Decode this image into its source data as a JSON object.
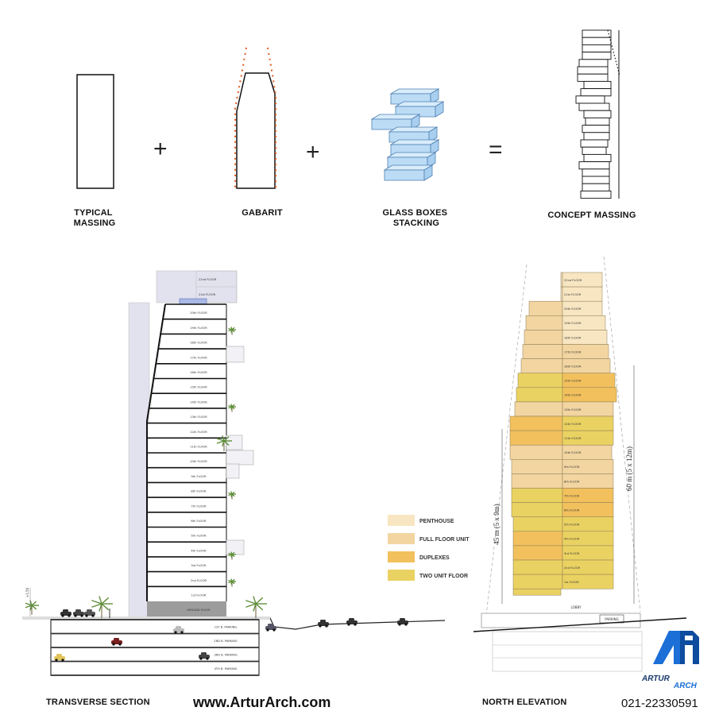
{
  "concept": {
    "captions": [
      [
        "TYPICAL",
        "MASSING"
      ],
      [
        "GABARIT"
      ],
      [
        "GLASS BOXES",
        "STACKING"
      ],
      [
        "CONCEPT MASSING"
      ]
    ],
    "operators": [
      "+",
      "+",
      "="
    ]
  },
  "section": {
    "caption": "TRANSVERSE SECTION",
    "upper_labels": [
      "22nd FLOOR",
      "21st FLOOR"
    ],
    "floors": [
      "20th FLOOR",
      "19th FLOOR",
      "18th FLOOR",
      "17th FLOOR",
      "16th FLOOR",
      "15th FLOOR",
      "14th FLOOR",
      "13th FLOOR",
      "12th FLOOR",
      "11th FLOOR",
      "10th FLOOR",
      "9th FLOOR",
      "8th FLOOR",
      "7th FLOOR",
      "6th FLOOR",
      "5th FLOOR",
      "4th FLOOR",
      "3rd FLOOR",
      "2nd FLOOR",
      "1st FLOOR"
    ],
    "ground": "GROUND FLOOR",
    "parking": [
      "1ST B. PARKING",
      "2ND B. PARKING",
      "3RD B. PARKING",
      "4TH B. PARKING"
    ],
    "level_mark": "+1.50"
  },
  "legend": [
    {
      "label": "PENTHOUSE",
      "color": "#f8e6c2"
    },
    {
      "label": "FULL FLOOR UNIT",
      "color": "#f2d5a1"
    },
    {
      "label": "DUPLEXES",
      "color": "#f2c15d"
    },
    {
      "label": "TWO UNIT FLOOR",
      "color": "#ead262"
    }
  ],
  "elevation": {
    "caption": "NORTH ELEVATION",
    "floors": [
      "22nd FLOOR",
      "21st FLOOR",
      "20th FLOOR",
      "19th FLOOR",
      "18th FLOOR",
      "17th FLOOR",
      "16th FLOOR",
      "15th FLOOR",
      "14th FLOOR",
      "13th FLOOR",
      "12th FLOOR",
      "11th FLOOR",
      "10th FLOOR",
      "9th FLOOR",
      "8th FLOOR",
      "7th FLOOR",
      "6th FLOOR",
      "5th FLOOR",
      "4th FLOOR",
      "3rd FLOOR",
      "2nd FLOOR",
      "1st FLOOR"
    ],
    "lobby": "LOBBY",
    "parking": "PARKING",
    "dim_left": "45 m (5 x 9m)",
    "dim_right": "60 m (5 x 12m)"
  },
  "brand": {
    "url": "www.ArturArch.com",
    "phone": "021-22330591",
    "logo_name": "ARTUR",
    "logo_sub": "ARCH",
    "colors": {
      "accent": "#1b6fd6",
      "accent_dark": "#0d4c9e"
    }
  }
}
